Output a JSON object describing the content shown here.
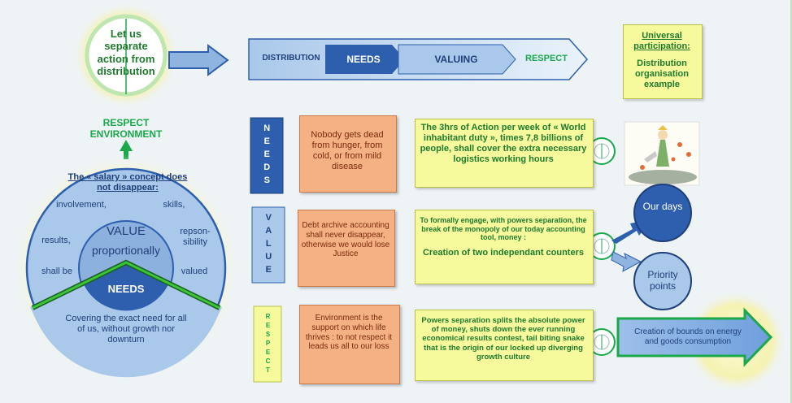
{
  "top_circle": "Let us separate action from distribution",
  "chevrons": [
    "DISTRIBUTION",
    "NEEDS",
    "VALUING",
    "RESPECT"
  ],
  "universal": {
    "title": "Universal participation:",
    "body": "Distribution organisation example"
  },
  "respect_env": "RESPECT ENVIRONMENT",
  "wheel": {
    "salary_title": "The « salary » concept does not disappear:",
    "ring_words": [
      "involvement,",
      "skills,",
      "results,",
      "repson-sibility",
      "shall be",
      "valued"
    ],
    "value": "VALUE",
    "proportionally": "proportionally",
    "needs": "NEEDS",
    "covering": "Covering the exact need for all of us, without growth nor downturn"
  },
  "rows": [
    {
      "label": "NEEDS",
      "scroll": "Nobody gets dead from hunger, from cold, or from mild disease",
      "info": "The 3hrs of Action per week of « World inhabitant duty », times 7,8 billions of people, shall cover the extra necessary logistics working hours"
    },
    {
      "label": "VALUE",
      "scroll": "Debt archive accounting shall never disappear, otherwise we would lose Justice",
      "info_a": "To formally engage, with powers separation, the break of the monopoly of our today accounting tool, money :",
      "info_b": "Creation of two independant counters"
    },
    {
      "label": "RESPECT",
      "scroll": "Environment is the support on which life thrives : to not respect it leads us all to our loss",
      "info": "Powers separation splits the absolute power of money, shuts down the ever running economical results contest, tail biting snake that is the origin of our locked up diverging growth culture"
    }
  ],
  "our_days": "Our days",
  "priority_points": "Priority points",
  "bounds": "Creation of bounds on energy and goods consumption",
  "colors": {
    "dark_blue": "#2e5fae",
    "light_blue": "#a9c8ea",
    "green": "#1aa84a",
    "orange": "#f4b183",
    "yellow": "#f6fa9c"
  }
}
